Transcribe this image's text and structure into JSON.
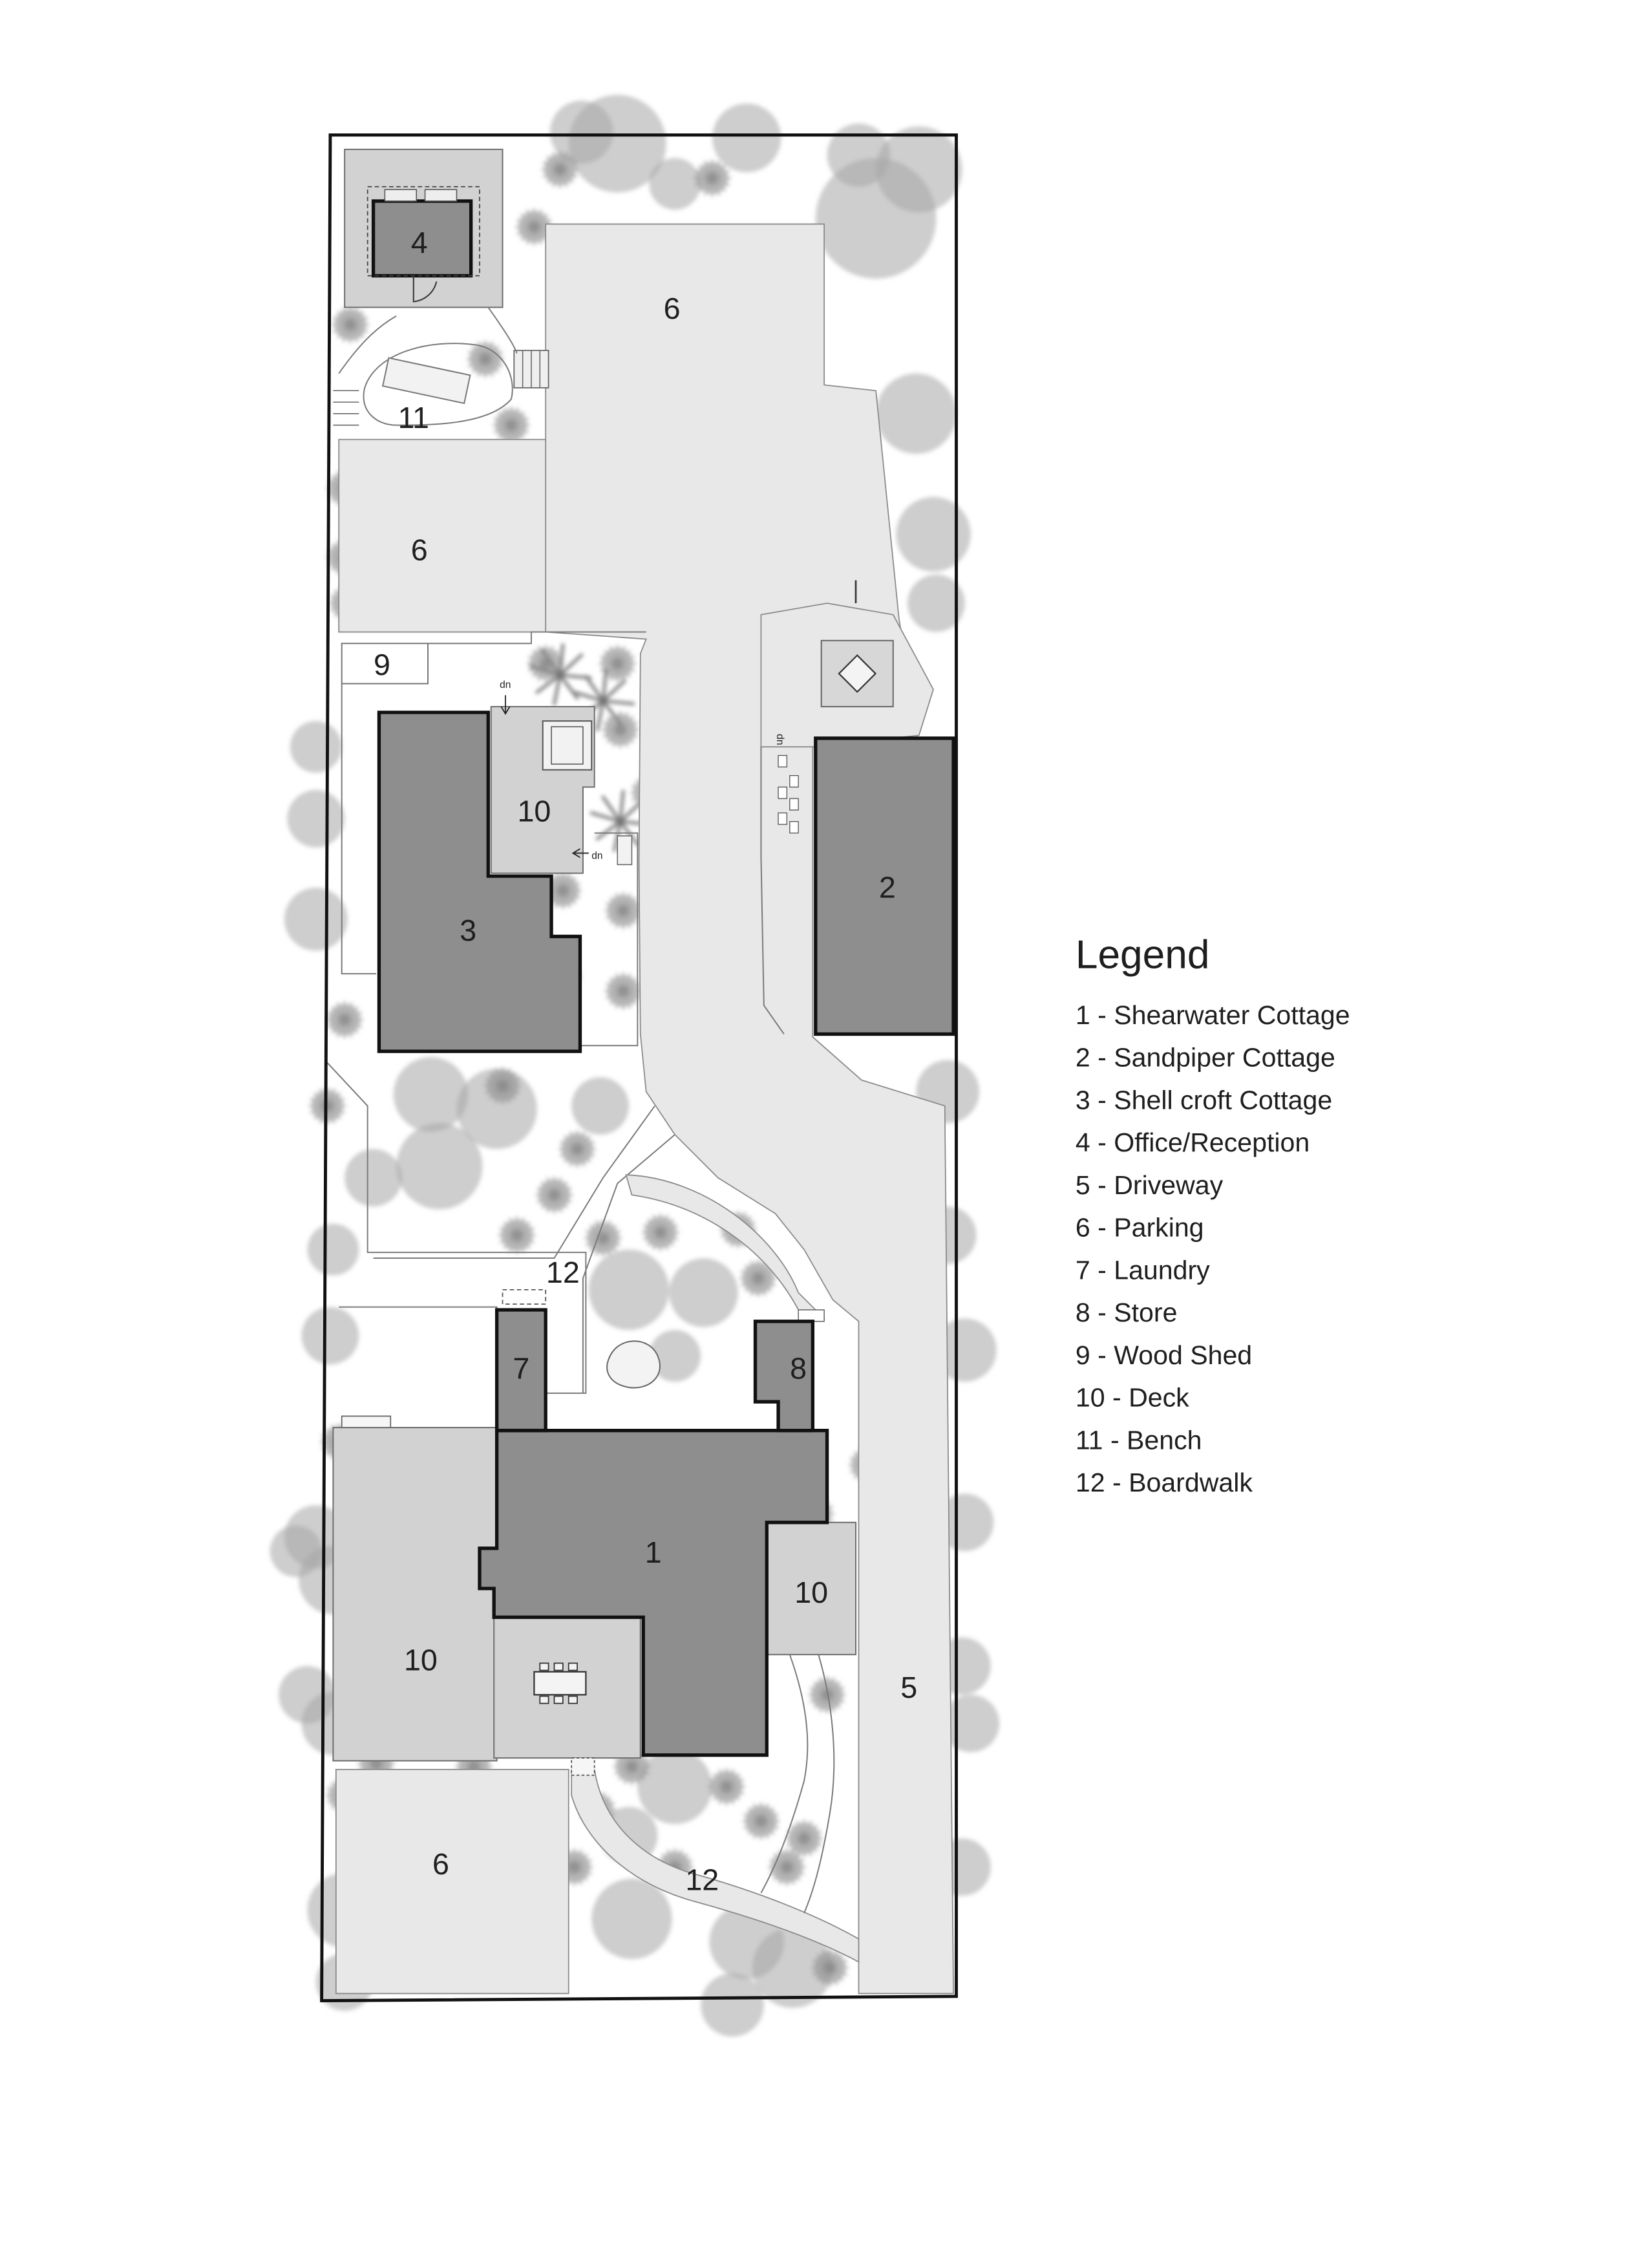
{
  "legend": {
    "title": "Legend",
    "items": [
      "1 - Shearwater Cottage",
      "2 - Sandpiper Cottage",
      "3 - Shell croft Cottage",
      "4 - Office/Reception",
      "5 - Driveway",
      "6 - Parking",
      "7 - Laundry",
      "8 - Store",
      "9 - Wood Shed",
      "10 - Deck",
      "11 - Bench",
      "12 - Boardwalk"
    ]
  },
  "plan_labels": {
    "building_1": "1",
    "building_2": "2",
    "building_3": "3",
    "building_4": "4",
    "driveway": "5",
    "parking_top": "6",
    "parking_left": "6",
    "parking_bottom": "6",
    "laundry": "7",
    "store": "8",
    "wood_shed": "9",
    "deck_3": "10",
    "deck_1_right": "10",
    "deck_1_left": "10",
    "bench": "11",
    "boardwalk_upper": "12",
    "boardwalk_lower": "12",
    "step_down_a": "dn",
    "step_down_b": "dn",
    "step_down_c": "dn"
  },
  "colors": {
    "building": "#8e8e8e",
    "paving": "#e8e8e8",
    "deck": "#d2d2d2",
    "tree": "#9a9a9a",
    "boundary": "#111111"
  }
}
